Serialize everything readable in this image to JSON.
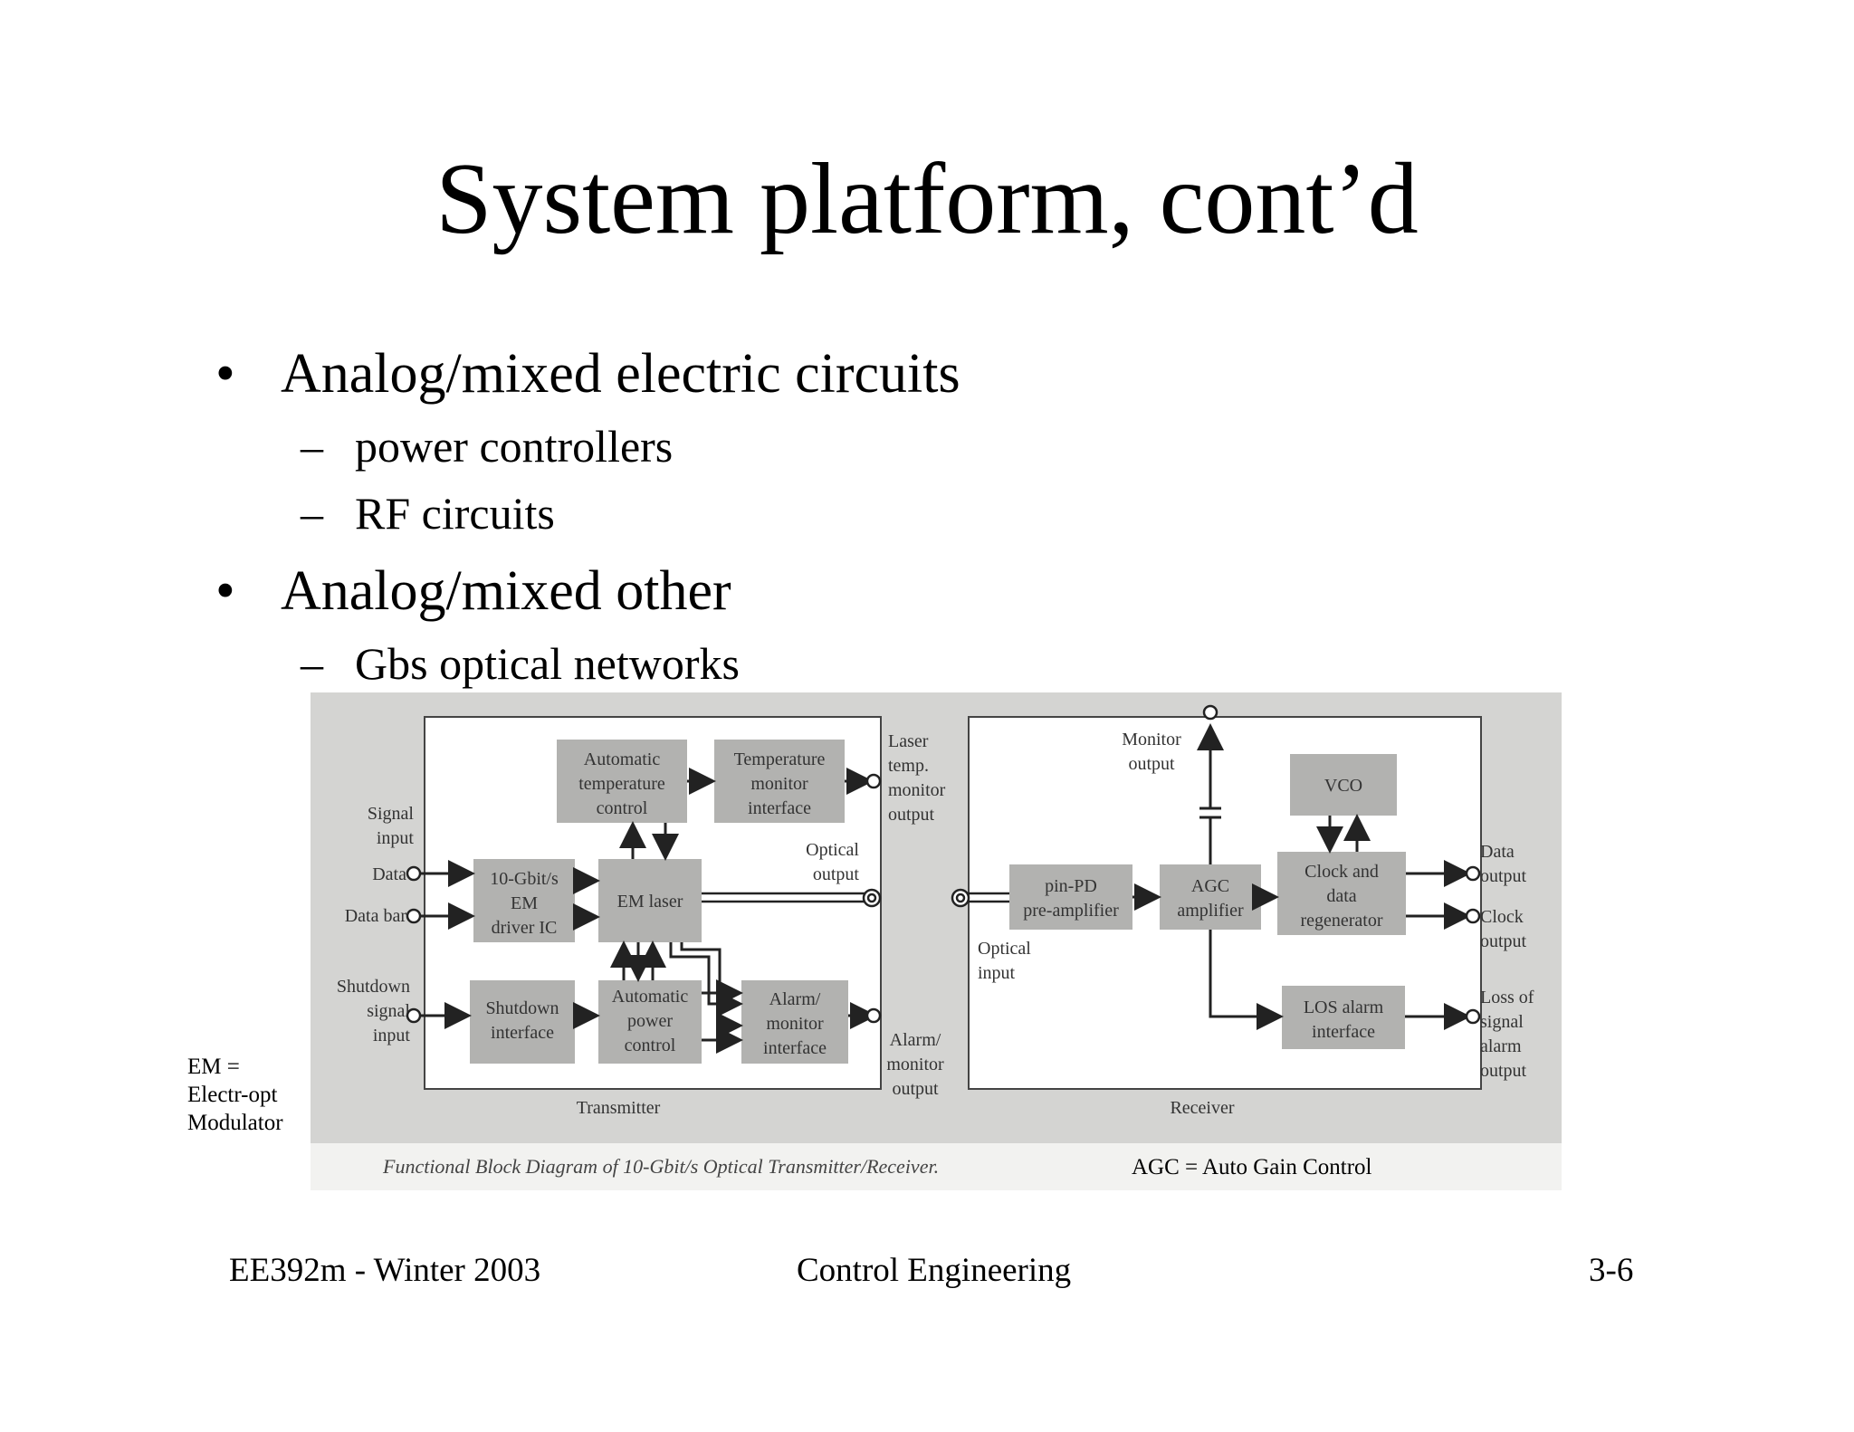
{
  "slide": {
    "title": "System platform, cont’d",
    "bullets": [
      {
        "text": "Analog/mixed electric circuits",
        "sub": [
          "power controllers",
          "RF circuits"
        ]
      },
      {
        "text": "Analog/mixed other",
        "sub": [
          "Gbs optical networks"
        ]
      }
    ],
    "bullet_glyph": "•",
    "sub_glyph": "–",
    "side_note": [
      "EM =",
      "Electr-opt",
      "Modulator"
    ],
    "agc_note": "AGC = Auto Gain Control",
    "footer": {
      "left": "EE392m  - Winter 2003",
      "center": "Control Engineering",
      "right": "3-6"
    }
  },
  "diagram": {
    "caption": "Functional Block Diagram of 10-Gbit/s Optical Transmitter/Receiver.",
    "transmitter_label": "Transmitter",
    "receiver_label": "Receiver",
    "tx_blocks": {
      "atc": [
        "Automatic",
        "temperature",
        "control"
      ],
      "tmi": [
        "Temperature",
        "monitor",
        "interface"
      ],
      "driver": [
        "10-Gbit/s",
        "EM",
        "driver IC"
      ],
      "laser": [
        "EM laser"
      ],
      "shutdown": [
        "Shutdown",
        "interface"
      ],
      "apc": [
        "Automatic",
        "power",
        "control"
      ],
      "alarm": [
        "Alarm/",
        "monitor",
        "interface"
      ]
    },
    "rx_blocks": {
      "vco": [
        "VCO"
      ],
      "pin": [
        "pin-PD",
        "pre-amplifier"
      ],
      "agc": [
        "AGC",
        "amplifier"
      ],
      "cdr": [
        "Clock and",
        "data",
        "regenerator"
      ],
      "los": [
        "LOS alarm",
        "interface"
      ]
    },
    "tx_labels": {
      "signal_input": [
        "Signal",
        "input"
      ],
      "data": [
        "Data"
      ],
      "data_bar": [
        "Data bar"
      ],
      "shutdown_input": [
        "Shutdown",
        "signal",
        "input"
      ],
      "laser_temp": [
        "Laser",
        "temp.",
        "monitor",
        "output"
      ],
      "optical_output": [
        "Optical",
        "output"
      ],
      "alarm_output": [
        "Alarm/",
        "monitor",
        "output"
      ]
    },
    "rx_labels": {
      "monitor_output": [
        "Monitor",
        "output"
      ],
      "optical_input": [
        "Optical",
        "input"
      ],
      "data_output": [
        "Data",
        "output"
      ],
      "clock_output": [
        "Clock",
        "output"
      ],
      "los_output": [
        "Loss of",
        "signal",
        "alarm",
        "output"
      ]
    },
    "colors": {
      "background": "#d4d4d2",
      "panel": "#ffffff",
      "block": "#b2b2b0",
      "line": "#222222"
    }
  }
}
